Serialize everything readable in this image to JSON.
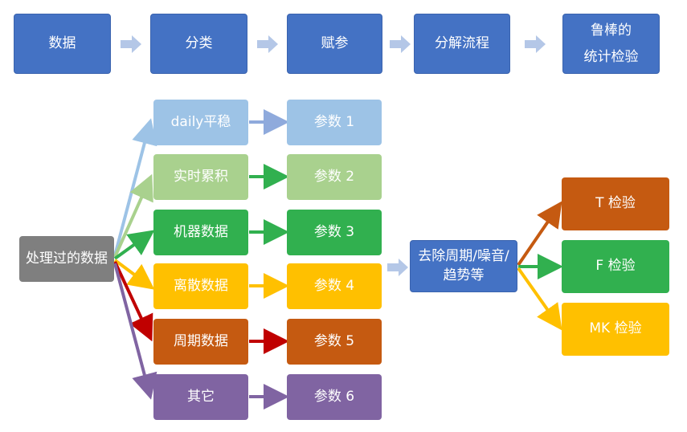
{
  "pipeline": [
    {
      "label": "数据"
    },
    {
      "label": "分类"
    },
    {
      "label": "赋参"
    },
    {
      "label": "分解流程"
    },
    {
      "label": "鲁棒的\n统计检验"
    }
  ],
  "source": {
    "label": "处理过的数据"
  },
  "categories": [
    {
      "label": "daily平稳",
      "color": "#9DC3E6"
    },
    {
      "label": "实时累积",
      "color": "#A9D18E"
    },
    {
      "label": "机器数据",
      "color": "#31B04F"
    },
    {
      "label": "离散数据",
      "color": "#FFC000"
    },
    {
      "label": "周期数据",
      "color": "#C00000"
    },
    {
      "label": "其它",
      "color": "#8064A2"
    }
  ],
  "params": [
    {
      "label": "参数 1"
    },
    {
      "label": "参数 2"
    },
    {
      "label": "参数 3"
    },
    {
      "label": "参数 4"
    },
    {
      "label": "参数 5"
    },
    {
      "label": "参数 6"
    }
  ],
  "decompose": {
    "label": "去除周期/噪音/\n趋势等"
  },
  "tests": [
    {
      "label": "T 检验",
      "color": "#C55A11"
    },
    {
      "label": "F 检验",
      "color": "#31B04F"
    },
    {
      "label": "MK 检验",
      "color": "#FFC000"
    }
  ]
}
